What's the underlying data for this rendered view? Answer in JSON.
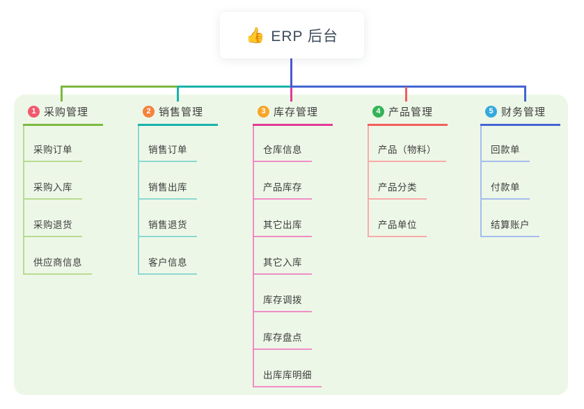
{
  "root": {
    "label": "ERP 后台",
    "icon": "thumbs-up-emoji",
    "icon_glyph": "👍"
  },
  "theme": {
    "canvas_bg": "#ffffff",
    "panel_bg": "#edf7e7",
    "text_color": "#3d3d3d",
    "root_text_color": "#3e4a5a",
    "root_line_color": "#4d57d0"
  },
  "connector": {
    "root_line_color": "#4d57d0"
  },
  "branches": [
    {
      "badge": "1",
      "badge_color": "#f2596d",
      "line_color": "#7cb93f",
      "child_line_color": "#b7db90",
      "title": "采购管理",
      "children": [
        "采购订单",
        "采购入库",
        "采购退货",
        "供应商信息"
      ]
    },
    {
      "badge": "2",
      "badge_color": "#f5823d",
      "line_color": "#17b3ab",
      "child_line_color": "#8bd8d2",
      "title": "销售管理",
      "children": [
        "销售订单",
        "销售出库",
        "销售退货",
        "客户信息"
      ]
    },
    {
      "badge": "3",
      "badge_color": "#f7a62a",
      "line_color": "#e23a97",
      "child_line_color": "#f08cc6",
      "title": "库存管理",
      "children": [
        "仓库信息",
        "产品库存",
        "其它出库",
        "其它入库",
        "库存调拨",
        "库存盘点",
        "出库库明细"
      ]
    },
    {
      "badge": "4",
      "badge_color": "#33b457",
      "line_color": "#f25e5e",
      "child_line_color": "#f8abab",
      "title": "产品管理",
      "children": [
        "产品（物料）",
        "产品分类",
        "产品单位"
      ]
    },
    {
      "badge": "5",
      "badge_color": "#35a9de",
      "line_color": "#4464d4",
      "child_line_color": "#a4bdec",
      "title": "财务管理",
      "children": [
        "回款单",
        "付款单",
        "结算账户"
      ]
    }
  ]
}
